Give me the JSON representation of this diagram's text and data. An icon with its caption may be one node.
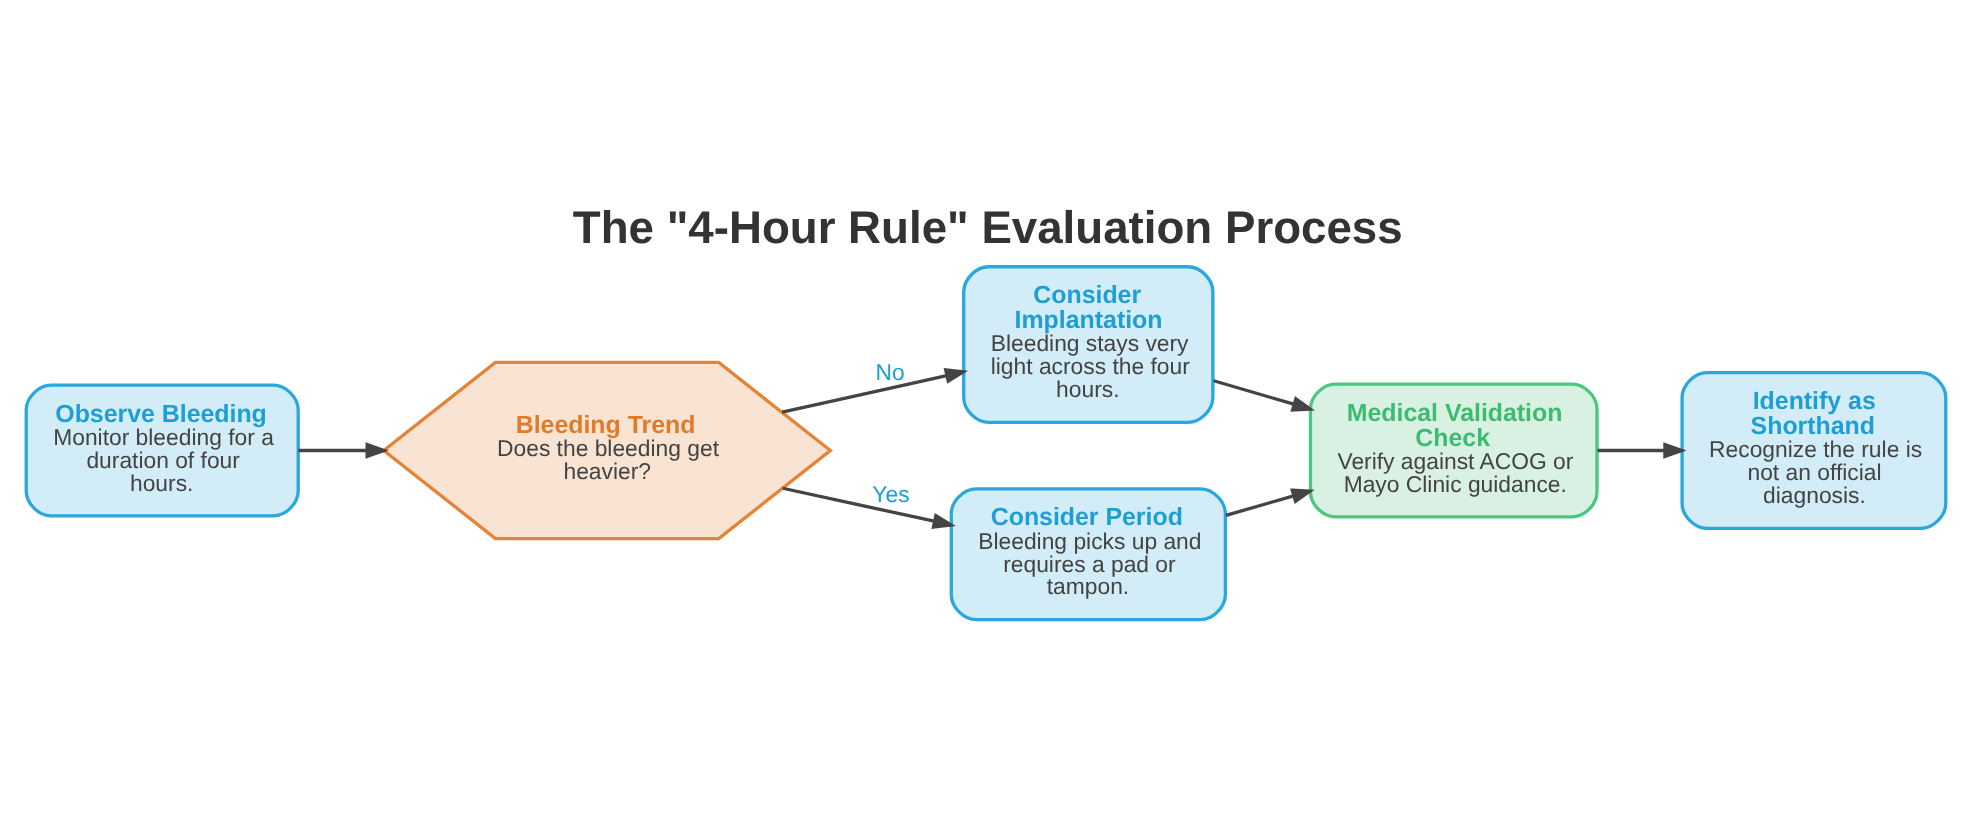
{
  "diagram": {
    "title": "The \"4-Hour Rule\" Evaluation Process",
    "nodes": [
      {
        "text": [
          "Observe Bleeding",
          "Monitor bleeding for a duration of four hours."
        ]
      },
      {
        "text": [
          "Bleeding Trend",
          "Does the bleeding get heavier?"
        ]
      },
      {
        "text": [
          "Consider Implantation",
          "Bleeding stays very light across the four hours."
        ]
      },
      {
        "text": [
          "Consider Period",
          "Bleeding picks up and requires a pad or tampon."
        ]
      },
      {
        "text": [
          "Medical Validation Check",
          "Verify against ACOG or Mayo Clinic guidance."
        ]
      },
      {
        "text": [
          "Identify as Shorthand",
          "Recognize the rule is not an official diagnosis."
        ]
      }
    ],
    "edges": [
      {
        "from": 0,
        "to": 1,
        "arrow": "to"
      },
      {
        "from": 1,
        "to": 2,
        "arrow": "to",
        "label": "No"
      },
      {
        "from": 1,
        "to": 3,
        "arrow": "to",
        "label": "Yes"
      },
      {
        "from": 2,
        "to": 4,
        "arrow": "to"
      },
      {
        "from": 3,
        "to": 4,
        "arrow": "to"
      },
      {
        "from": 4,
        "to": 5,
        "arrow": "to"
      }
    ]
  }
}
